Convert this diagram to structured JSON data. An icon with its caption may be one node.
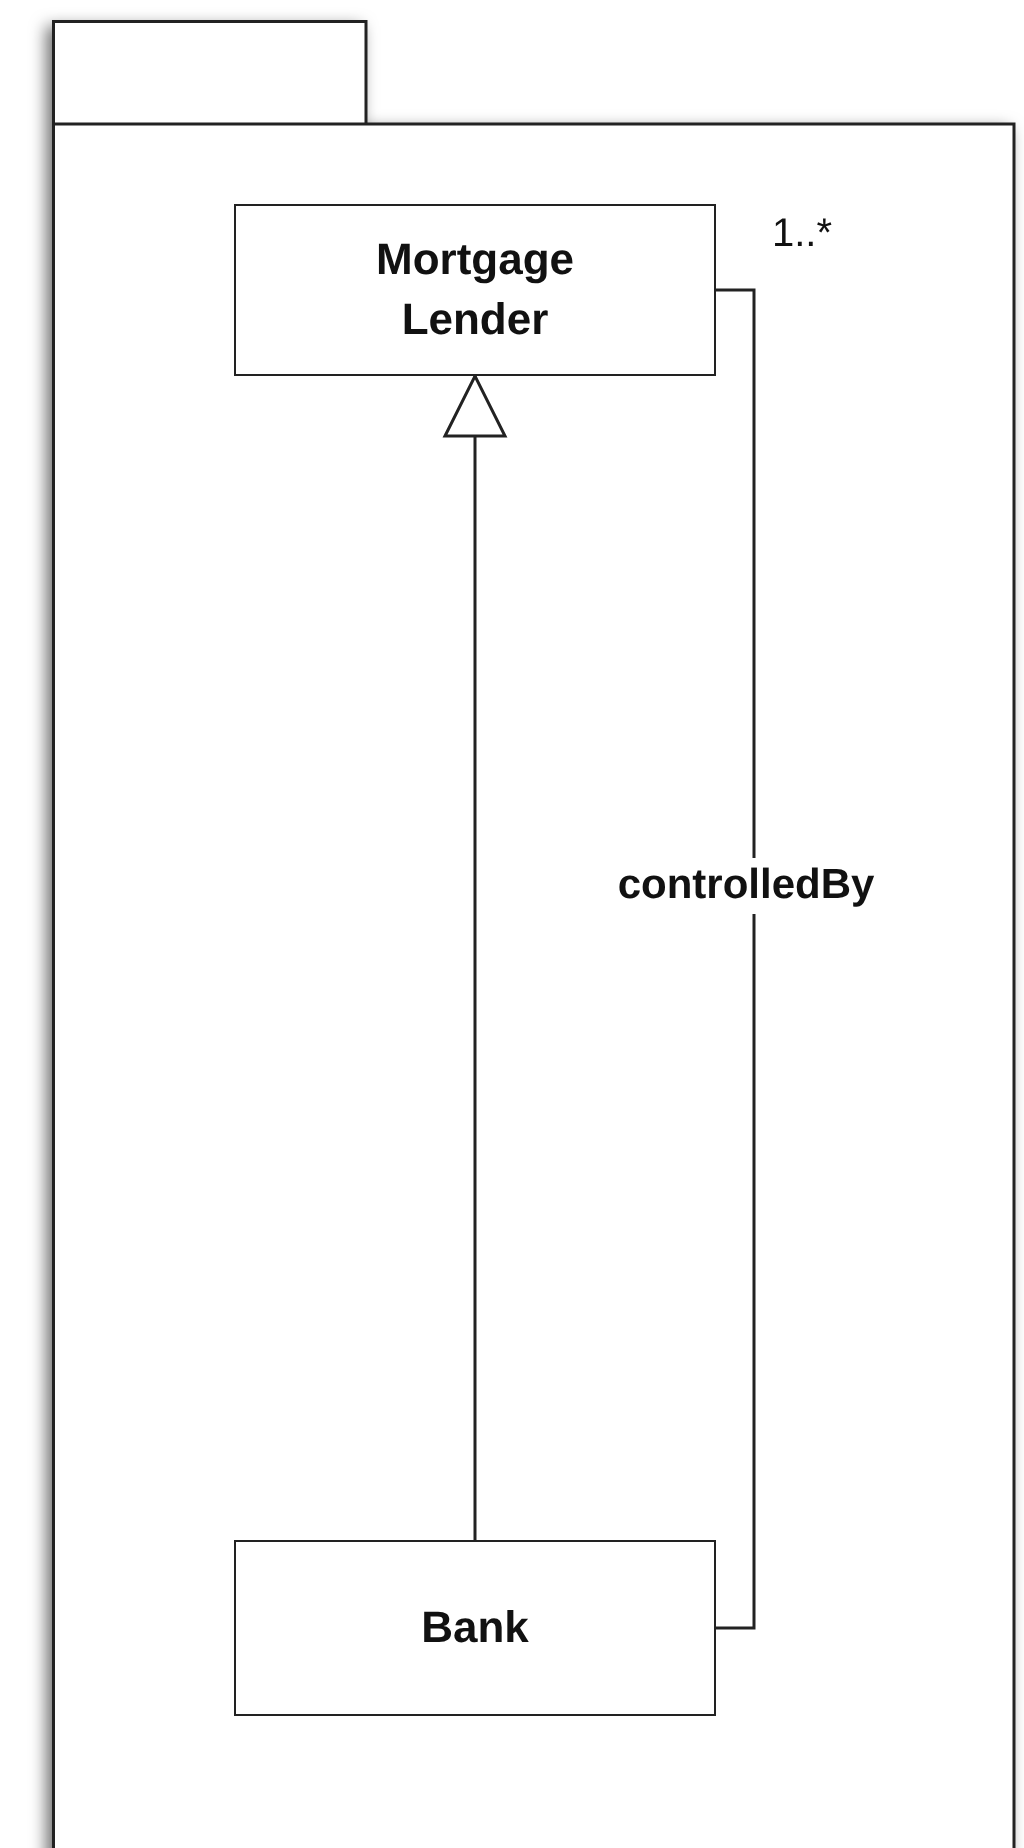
{
  "diagram": {
    "nodes": [
      {
        "text": [],
        "shape": "folder"
      },
      {
        "text": [
          "Mortgage Lender"
        ],
        "in": 0
      },
      {
        "text": [
          "Bank"
        ],
        "in": 0
      }
    ],
    "edges": [
      {
        "from": 2,
        "to": 1,
        "arrow": "to"
      },
      {
        "from": 1,
        "to": 2,
        "arrow": "none",
        "label": "controlledBy"
      }
    ],
    "labels": [
      "1..*"
    ]
  }
}
